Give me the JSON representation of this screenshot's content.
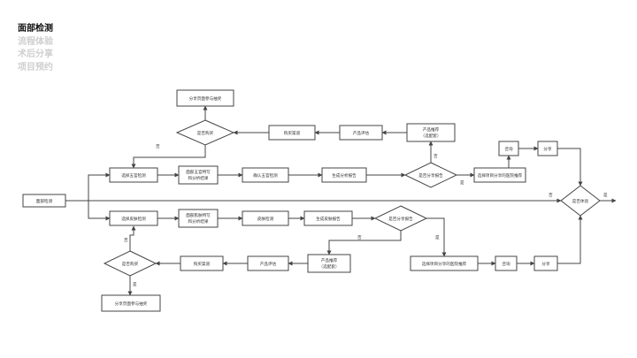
{
  "side_menu": {
    "items": [
      {
        "label": "面部检测",
        "active": true
      },
      {
        "label": "流程体验",
        "active": false
      },
      {
        "label": "术后分享",
        "active": false
      },
      {
        "label": "项目预约",
        "active": false
      }
    ]
  },
  "flow": {
    "start": "面部检测",
    "end_decision": "是否体验",
    "top": {
      "select": "选择五官检测",
      "intro": [
        "面部五官特写",
        "和分析结果"
      ],
      "report": "确认五官检测",
      "gen": "生成分析报告",
      "share_decision": "是否分享报告",
      "product": [
        "产品推荐",
        "（选配套）"
      ],
      "eval": "产品评估",
      "buy": "购买渠道",
      "purchase_decision": "是否购买",
      "result": "分享页面参与抽奖",
      "choose_share": "选择项目分享的医院推荐",
      "consult": "咨询",
      "share": "分享"
    },
    "bottom": {
      "select": "选择皮肤检测",
      "intro": [
        "面部肌肤特写",
        "和分析结果"
      ],
      "report": "皮肤检测",
      "gen": "生成皮肤报告",
      "share_decision": "是否分享报告",
      "product": [
        "产品推荐",
        "（选配套）"
      ],
      "eval": "产品评估",
      "buy": "购买渠道",
      "purchase_decision": "是否购买",
      "result": "分享页面参与抽奖",
      "choose_share": "选择项目分享的医院推荐",
      "consult": "咨询",
      "share": "分享"
    },
    "edge_labels": {
      "yes": "是",
      "no": "否"
    }
  }
}
